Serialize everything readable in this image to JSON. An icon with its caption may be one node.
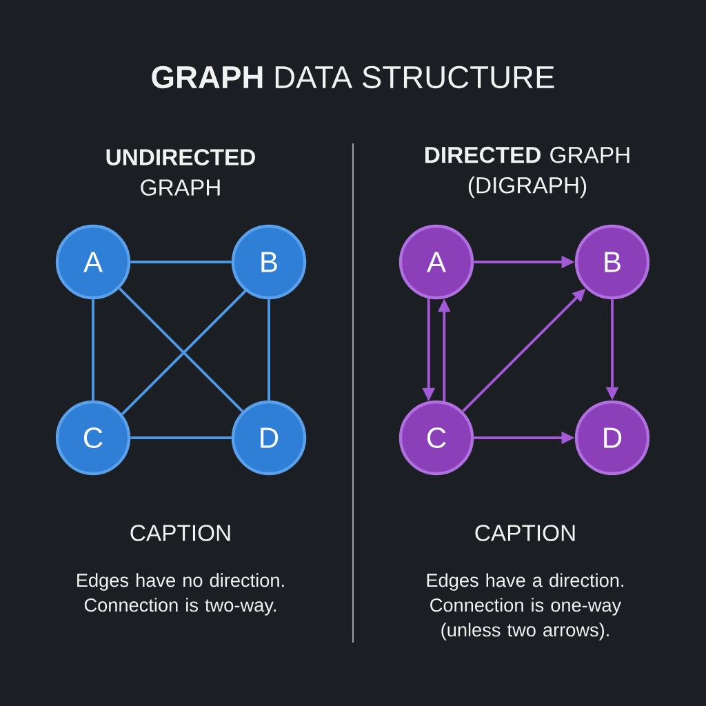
{
  "diagram": {
    "title": "**GRAPH** DATA STRUCTURE",
    "nodes": [
      {
        "text": [
          "A"
        ]
      },
      {
        "text": [
          "B"
        ]
      },
      {
        "text": [
          "C"
        ]
      },
      {
        "text": [
          "D"
        ]
      },
      {
        "text": [
          "A"
        ]
      },
      {
        "text": [
          "B"
        ]
      },
      {
        "text": [
          "C"
        ]
      },
      {
        "text": [
          "D"
        ]
      }
    ],
    "edges": [
      {
        "from": 0,
        "to": 1,
        "arrow": "none",
        "color": "#4f98e6"
      },
      {
        "from": 0,
        "to": 2,
        "arrow": "none",
        "color": "#4f98e6"
      },
      {
        "from": 0,
        "to": 3,
        "arrow": "none",
        "color": "#4f98e6"
      },
      {
        "from": 1,
        "to": 2,
        "arrow": "none",
        "color": "#4f98e6"
      },
      {
        "from": 1,
        "to": 3,
        "arrow": "none",
        "color": "#4f98e6"
      },
      {
        "from": 2,
        "to": 3,
        "arrow": "none",
        "color": "#4f98e6"
      },
      {
        "from": 4,
        "to": 5,
        "arrow": "to",
        "color": "#a35ad6"
      },
      {
        "from": 4,
        "to": 6,
        "arrow": "to",
        "color": "#a35ad6"
      },
      {
        "from": 6,
        "to": 4,
        "arrow": "to",
        "color": "#a35ad6"
      },
      {
        "from": 6,
        "to": 5,
        "arrow": "to",
        "color": "#a35ad6"
      },
      {
        "from": 5,
        "to": 7,
        "arrow": "to",
        "color": "#a35ad6"
      },
      {
        "from": 6,
        "to": 7,
        "arrow": "to",
        "color": "#a35ad6"
      }
    ],
    "labels": [
      "**UNDIRECTED** GRAPH",
      "**DIRECTED** GRAPH (DIGRAPH)",
      "CAPTION",
      "Edges have no direction. Connection is two-way.",
      "CAPTION",
      "Edges have a direction. Connection is one-way (unless two arrows)."
    ]
  }
}
